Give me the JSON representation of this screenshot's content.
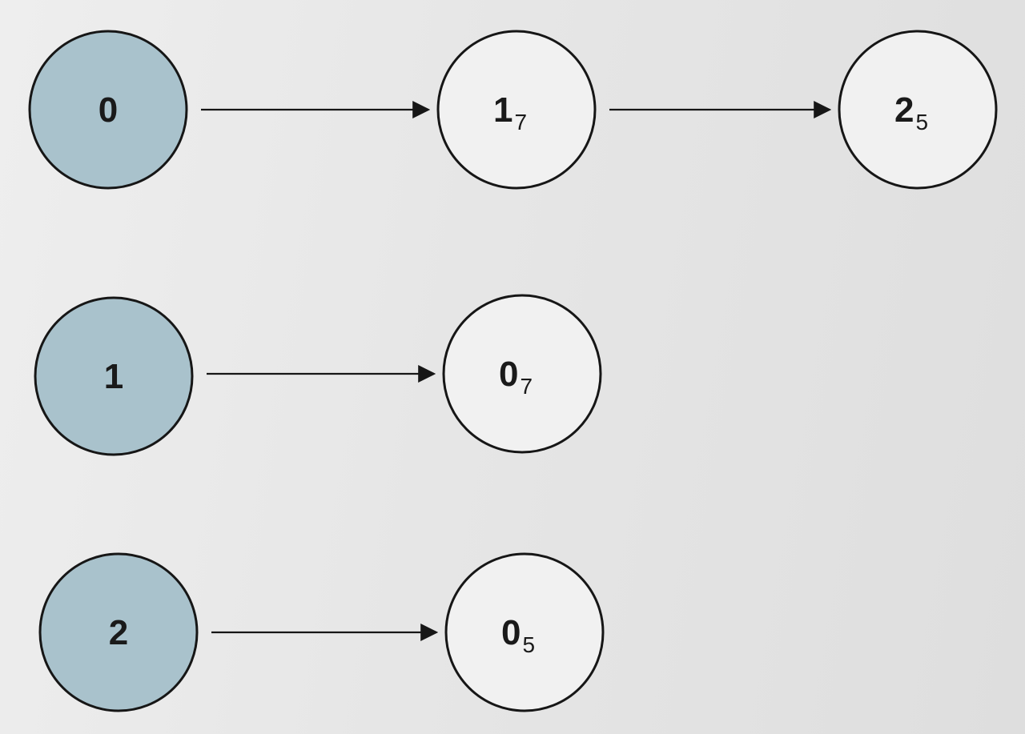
{
  "colors": {
    "head_fill": "#a9c2cc",
    "list_fill": "#f1f1f1",
    "stroke": "#161616",
    "arrow": "#161616"
  },
  "rows": [
    {
      "head": "0",
      "nodes": [
        {
          "label": "1",
          "sub": "7"
        },
        {
          "label": "2",
          "sub": "5"
        }
      ]
    },
    {
      "head": "1",
      "nodes": [
        {
          "label": "0",
          "sub": "7"
        }
      ]
    },
    {
      "head": "2",
      "nodes": [
        {
          "label": "0",
          "sub": "5"
        }
      ]
    }
  ]
}
